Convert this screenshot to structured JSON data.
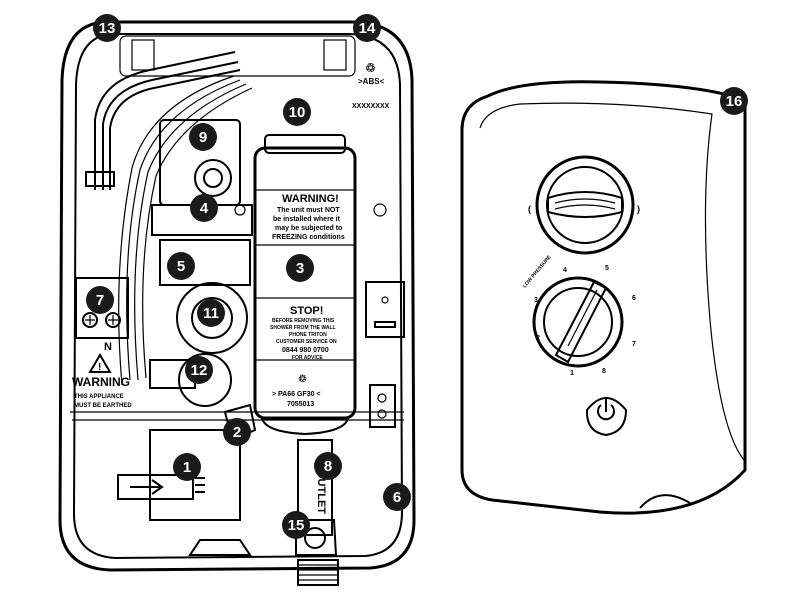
{
  "callouts": [
    "1",
    "2",
    "3",
    "4",
    "5",
    "6",
    "7",
    "8",
    "9",
    "10",
    "11",
    "12",
    "13",
    "14",
    "15",
    "16"
  ],
  "unit_labels": {
    "warning_title": "WARNING!",
    "warning_line1": "The unit must NOT",
    "warning_line2": "be installed where it",
    "warning_line3": "may be subjected to",
    "warning_line4": "FREEZING conditions",
    "stop_title": "STOP!",
    "stop_line1": "BEFORE REMOVING THIS",
    "stop_line2": "SHOWER FROM THE WALL",
    "stop_line3": "PHONE TRITON",
    "stop_line4": "CUSTOMER SERVICE ON",
    "stop_phone": "0844 980 0700",
    "stop_line5": "FOR ADVICE",
    "pa_code": "> PA66 GF30 <",
    "part_code": "7055013",
    "abs_mark": ">ABS<",
    "serial_mark": "XXXXXXXX",
    "earth_warning_title": "WARNING",
    "earth_line1": "THIS APPLIANCE",
    "earth_line2": "MUST BE EARTHED",
    "terminal_n": "N",
    "outlet_label": "OUTLET"
  },
  "cover_labels": {
    "low_pressure": "LOW PRESSURE",
    "dial_numbers": [
      "1",
      "2",
      "3",
      "4",
      "5",
      "6",
      "7",
      "8"
    ]
  },
  "colors": {
    "callout_fill": "#1a1a1a",
    "line": "#000000",
    "background": "#ffffff"
  }
}
